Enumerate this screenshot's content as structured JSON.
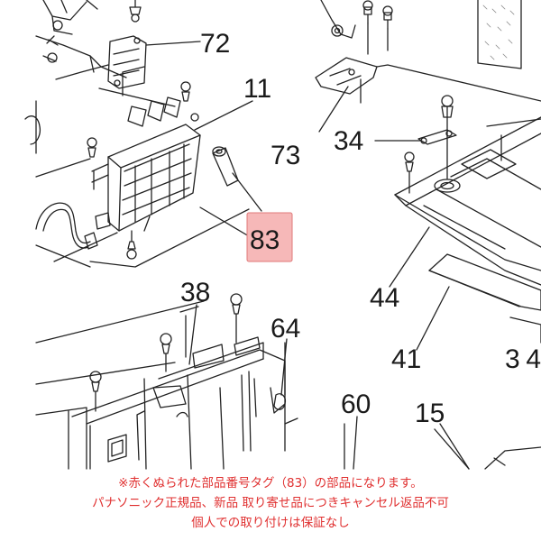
{
  "diagram": {
    "labels": {
      "p72": "72",
      "p11": "11",
      "p73": "73",
      "p34a": "34",
      "p83": "83",
      "p44": "44",
      "p38": "38",
      "p64": "64",
      "p41": "41",
      "p34b": "34",
      "p60": "60",
      "p15": "15"
    },
    "highlighted_part": "83",
    "highlight_color": "#f6b8b8"
  },
  "notice": {
    "line1": "※赤くぬられた部品番号タグ（83）の部品になります。",
    "line2": "パナソニック正規品、新品 取り寄せ品につきキャンセル返品不可",
    "line3": "個人での取り付けは保証なし",
    "color": "#e03030"
  }
}
